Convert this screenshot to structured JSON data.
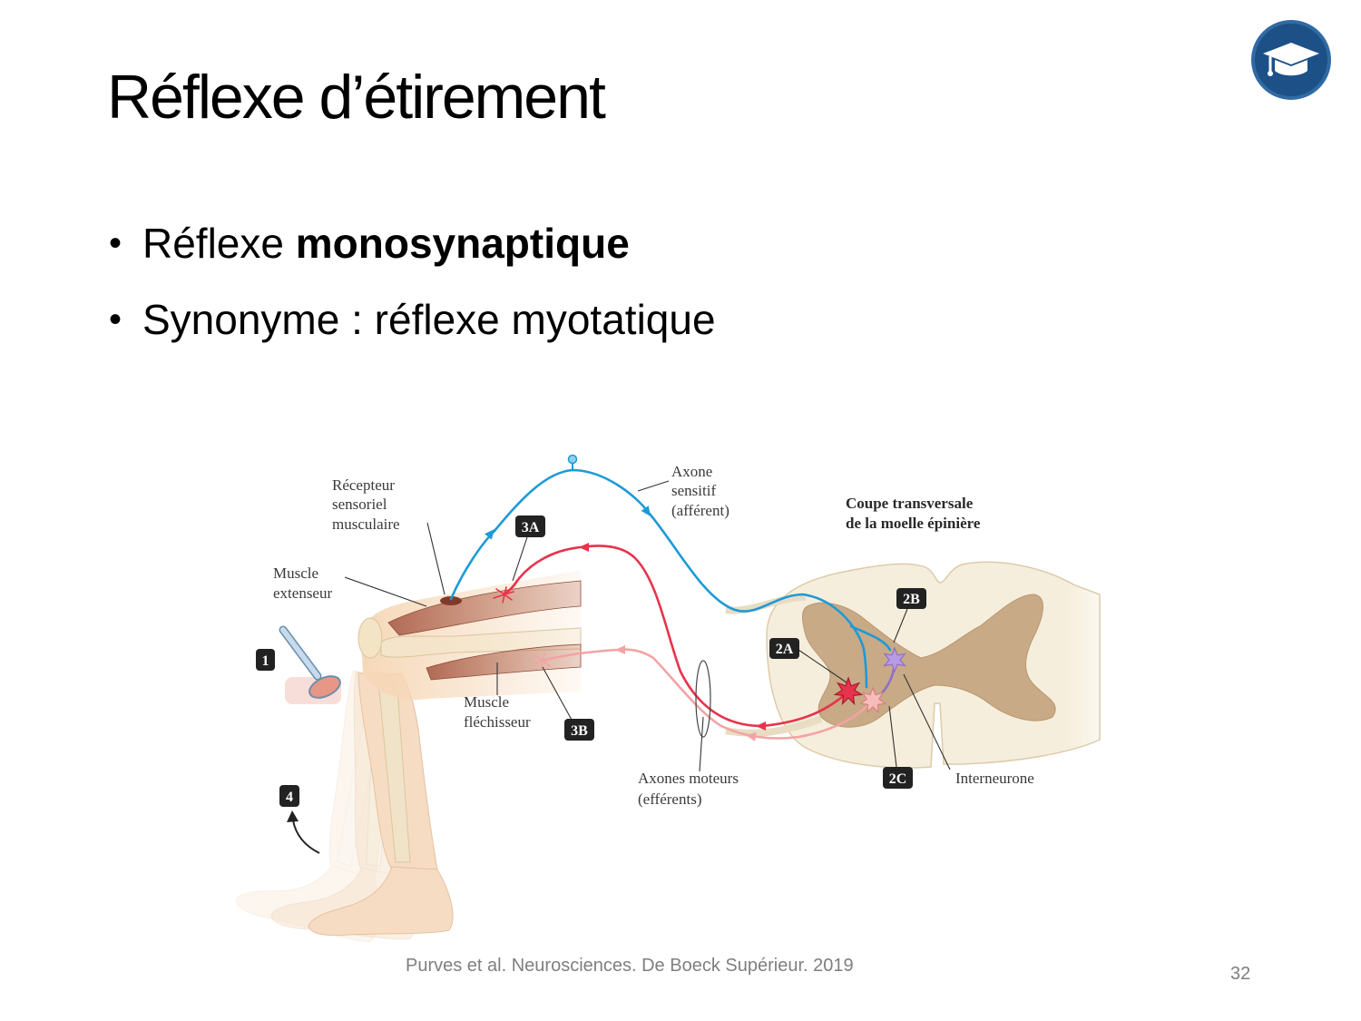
{
  "slide": {
    "title": "Réflexe d’étirement",
    "caption": "Purves et al. Neurosciences. De Boeck Supérieur. 2019",
    "page_number": "32"
  },
  "bullet_marker": "•",
  "bullets": [
    {
      "text": "Réflexe ",
      "bold": "monosynaptique"
    },
    {
      "text": "Synonyme : réflexe myotatique"
    }
  ],
  "logo": {
    "icon": "graduation-cap-icon",
    "color": "#1c5086"
  },
  "diagram": {
    "labels": {
      "receptor": [
        "Récepteur",
        "sensoriel",
        "musculaire"
      ],
      "afferent": [
        "Axone",
        "sensitif",
        "(afférent)"
      ],
      "section": [
        "Coupe transversale",
        "de la moelle épinière"
      ],
      "extensor": [
        "Muscle",
        "extenseur"
      ],
      "flexor": [
        "Muscle",
        "fléchisseur"
      ],
      "motor_axons": [
        "Axones moteurs",
        "(efférents)"
      ],
      "interneuron": "Interneurone"
    },
    "badges": {
      "b1": "1",
      "b2a": "2A",
      "b2b": "2B",
      "b2c": "2C",
      "b3a": "3A",
      "b3b": "3B",
      "b4": "4"
    },
    "colors": {
      "afferent": "#1e9ad6",
      "efferent_extensor": "#e7334b",
      "efferent_flexor": "#f3a3a3",
      "interneuron": "#8f6fc9"
    }
  }
}
